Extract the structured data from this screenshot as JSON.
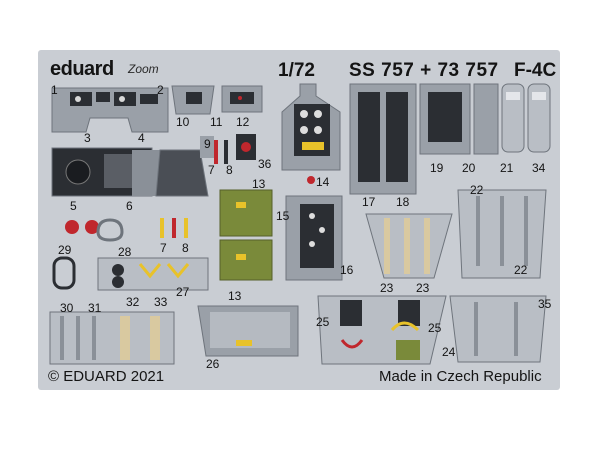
{
  "header": {
    "brand": "eduard",
    "brand_sub": "Zoom",
    "scale": "1/72",
    "set_code": "SS 757 + 73 757",
    "model": "F-4C"
  },
  "footer": {
    "copyright": "© EDUARD 2021",
    "origin": "Made in Czech Republic"
  },
  "part_numbers": [
    "1",
    "2",
    "3",
    "4",
    "10",
    "11",
    "12",
    "9",
    "7",
    "8",
    "36",
    "14",
    "13",
    "15",
    "16",
    "5",
    "6",
    "7",
    "8",
    "17",
    "18",
    "19",
    "20",
    "21",
    "34",
    "22",
    "22",
    "29",
    "28",
    "27",
    "13",
    "23",
    "23",
    "30",
    "31",
    "32",
    "33",
    "26",
    "25",
    "25",
    "24",
    "35"
  ],
  "colors": {
    "fret": "#c9cdd3",
    "panel_gray": "#9aa0a8",
    "panel_dark": "#2b2e33",
    "olive": "#7a8a3a",
    "red": "#c0272d",
    "yellow": "#e8c22a",
    "tan": "#d9c9a0"
  }
}
